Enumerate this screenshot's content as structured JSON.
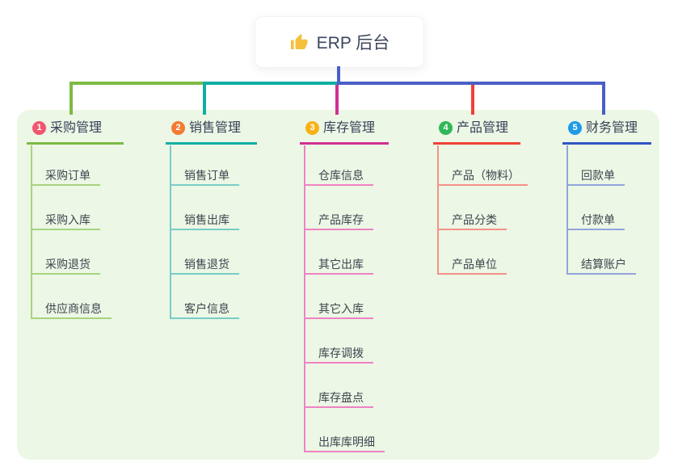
{
  "root": {
    "label": "ERP 后台",
    "icon": "thumbs-up-icon",
    "icon_color": "#f3c13c"
  },
  "canvas": {
    "background": "#ffffff",
    "panel_background": "#ecf7e5"
  },
  "connector": {
    "stem_color": "#4a5ec8",
    "right_arm_color": "#4a5fc6"
  },
  "branches": [
    {
      "index": "1",
      "label": "采购管理",
      "badge_color": "#f2566e",
      "line_color": "#7cbb44",
      "sub_line_color": "#a7d47e",
      "children": [
        "采购订单",
        "采购入库",
        "采购退货",
        "供应商信息"
      ]
    },
    {
      "index": "2",
      "label": "销售管理",
      "badge_color": "#f47b33",
      "line_color": "#12aea3",
      "sub_line_color": "#77cdc6",
      "children": [
        "销售订单",
        "销售出库",
        "销售退货",
        "客户信息"
      ]
    },
    {
      "index": "3",
      "label": "库存管理",
      "badge_color": "#f7b218",
      "line_color": "#d02f94",
      "sub_line_color": "#ef82c3",
      "children": [
        "仓库信息",
        "产品库存",
        "其它出库",
        "其它入库",
        "库存调拨",
        "库存盘点",
        "出库库明细"
      ]
    },
    {
      "index": "4",
      "label": "产品管理",
      "badge_color": "#2fb857",
      "line_color": "#ef4136",
      "sub_line_color": "#f5928a",
      "children": [
        "产品（物料）",
        "产品分类",
        "产品单位"
      ]
    },
    {
      "index": "5",
      "label": "财务管理",
      "badge_color": "#1e9be8",
      "line_color": "#2f55c4",
      "sub_line_color": "#93a4dc",
      "children": [
        "回款单",
        "付款单",
        "结算账户"
      ]
    }
  ]
}
